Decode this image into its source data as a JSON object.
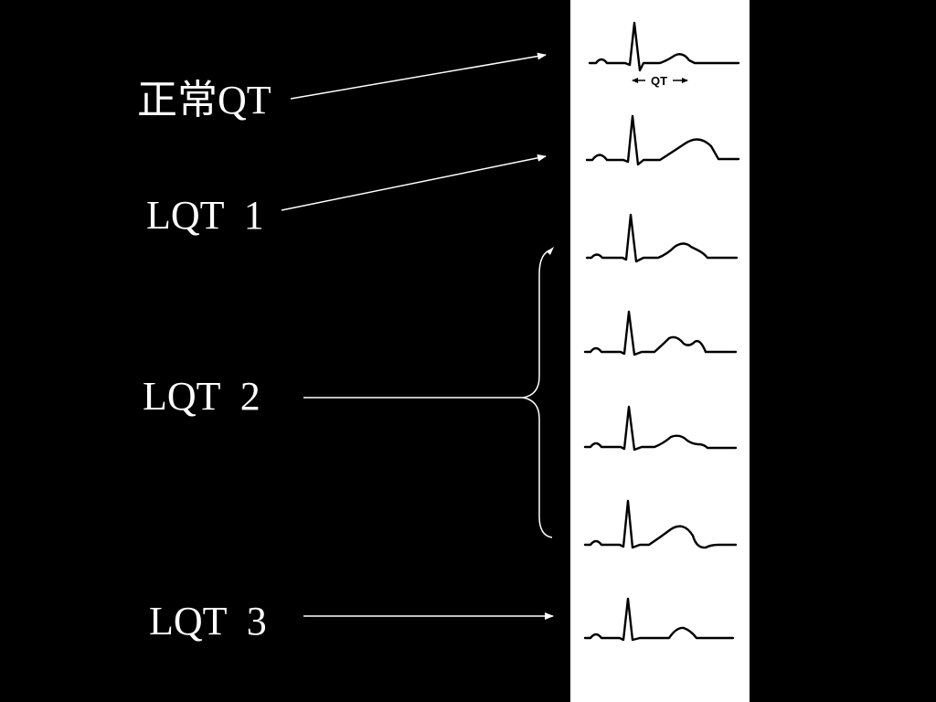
{
  "labels": {
    "normal": "正常QT",
    "lqt1": "LQT  1",
    "lqt2": "LQT  2",
    "lqt3": "LQT  3"
  },
  "ecg": {
    "qt_marker": "QT"
  },
  "colors": {
    "background": "#000000",
    "panel": "#ffffff",
    "trace": "#000000",
    "annotation": "#ffffff"
  }
}
